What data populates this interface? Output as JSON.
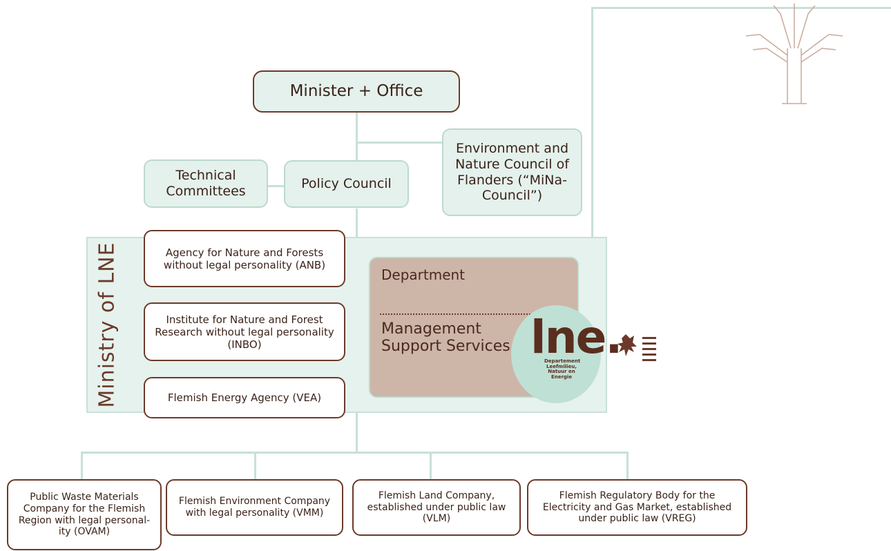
{
  "minister": "Minister + Office",
  "policy_council": "Policy Council",
  "technical_committees": "Technical Committees",
  "mina_council": "Environment and Nature Council of Flanders (“MiNa-Council”)",
  "ministry_label": "Ministry of LNE",
  "agencies": [
    "Agency for Nature and Forests without legal personality (ANB)",
    "Institute for Nature and Forest Research without legal personality (INBO)",
    "Flemish Energy Agency (VEA)"
  ],
  "department": {
    "label": "Department",
    "support": "Management Support Services"
  },
  "logo": {
    "text": "lne.",
    "subtext": "Departement Leefmilieu, Natuur en Energie"
  },
  "external_bodies": [
    "Public Waste Materials Company for the Flemish Region with legal personal-ity (OVAM)",
    "Flemish Environment Company with legal personality (VMM)",
    "Flemish Land Company, established under public law (VLM)",
    "Flemish Regulatory Body for the Electricity and Gas Market, established under public law (VREG)"
  ],
  "colors": {
    "accent_green": "#e4f1ec",
    "line_green": "#c8e0d8",
    "brown": "#6b3a2a",
    "department_fill": "#cdb5a8"
  }
}
